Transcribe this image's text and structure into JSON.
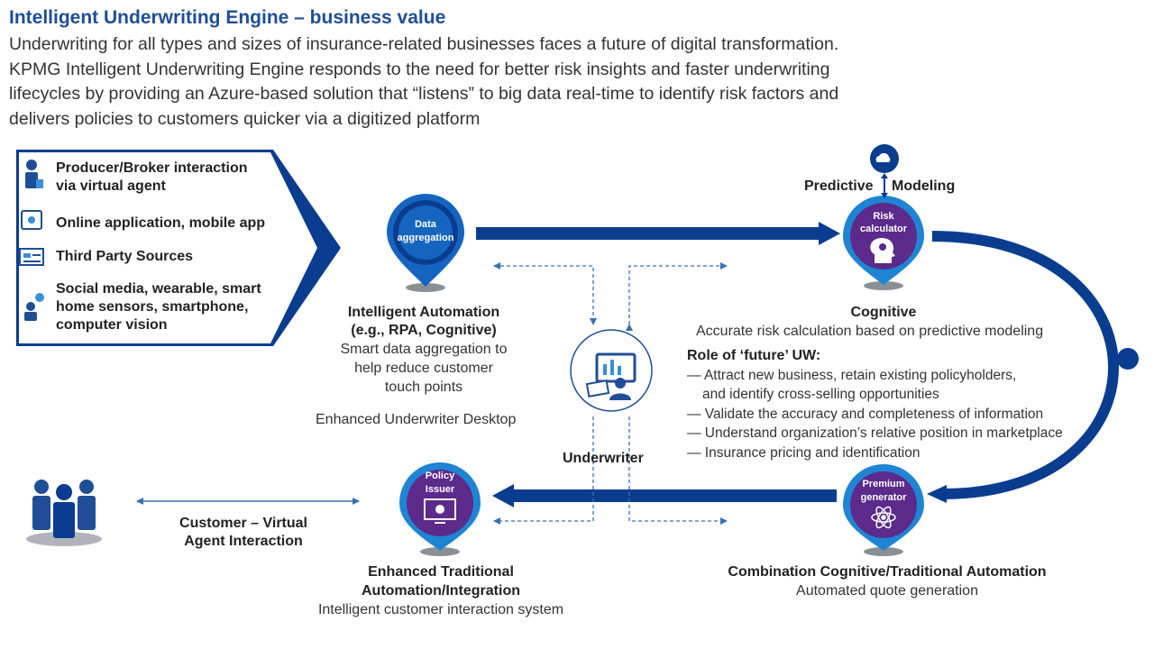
{
  "header": {
    "title": "Intelligent Underwriting Engine – business value",
    "intro_lines": [
      "Underwriting for all types and sizes of insurance-related businesses faces a future of digital transformation.",
      "KPMG Intelligent Underwriting Engine responds to the need for better risk insights and faster underwriting",
      "lifecycles by providing an Azure-based solution that “listens” to big data real-time to identify risk factors and",
      "delivers policies to customers quicker via a digitized platform"
    ]
  },
  "sources": {
    "items": [
      {
        "icon": "broker-person-icon",
        "line1": "Producer/Broker interaction",
        "line2": "via virtual agent"
      },
      {
        "icon": "mobile-app-icon",
        "line1": "Online application, mobile app"
      },
      {
        "icon": "third-party-icon",
        "line1": "Third Party Sources"
      },
      {
        "icon": "social-media-icon",
        "line1": "Social media, wearable, smart",
        "line2": "home sensors, smartphone,",
        "line3": "computer vision"
      }
    ]
  },
  "nodes": {
    "data_aggregation": {
      "pin_line1": "Data",
      "pin_line2": "aggregation",
      "title_line1": "Intelligent Automation",
      "title_line2": "(e.g., RPA, Cognitive)",
      "desc_line1": "Smart data aggregation to",
      "desc_line2": "help reduce customer",
      "desc_line3": "touch points",
      "extra": "Enhanced Underwriter Desktop"
    },
    "risk_calculator": {
      "pin_line1": "Risk",
      "pin_line2": "calculator",
      "top_label_left": "Predictive",
      "top_label_right": "Modeling",
      "title": "Cognitive",
      "desc": "Accurate risk calculation based on predictive modeling"
    },
    "premium_generator": {
      "pin_line1": "Premium",
      "pin_line2": "generator",
      "title": "Combination Cognitive/Traditional Automation",
      "desc": "Automated quote generation"
    },
    "policy_issuer": {
      "pin_line1": "Policy",
      "pin_line2": "Issuer",
      "title_line1": "Enhanced Traditional",
      "title_line2": "Automation/Integration",
      "desc": "Intelligent customer interaction system"
    },
    "underwriter": {
      "label": "Underwriter"
    },
    "customer": {
      "label_line1": "Customer – Virtual",
      "label_line2": "Agent Interaction"
    }
  },
  "uw_role": {
    "heading": "Role of ‘future’ UW:",
    "items": [
      "— Attract new business, retain existing policyholders,",
      "    and identify cross-selling opportunities",
      "— Validate the accuracy and completeness of information",
      "— Understand organization’s relative position in marketplace",
      "— Insurance pricing and identification"
    ]
  },
  "colors": {
    "brand_blue": "#1f4e96",
    "dark_blue": "#0a3d8f",
    "mid_blue": "#1565c0",
    "light_blue": "#3a8fd6",
    "purple": "#5b2a8a",
    "gray": "#8a8f96"
  }
}
